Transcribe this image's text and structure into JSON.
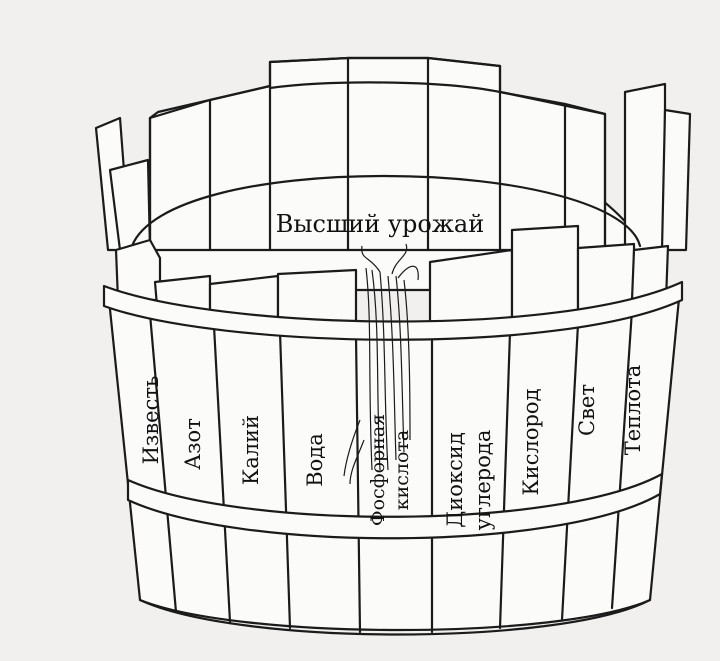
{
  "diagram": {
    "title": "Высший урожай",
    "staves": [
      {
        "id": "izvest",
        "lines": [
          "Известь"
        ]
      },
      {
        "id": "azot",
        "lines": [
          "Азот"
        ]
      },
      {
        "id": "kaliy",
        "lines": [
          "Калий"
        ]
      },
      {
        "id": "voda",
        "lines": [
          "Вода"
        ]
      },
      {
        "id": "fosfornaya",
        "lines": [
          "Фосфорная",
          "кислота"
        ]
      },
      {
        "id": "dioksid",
        "lines": [
          "Диоксид",
          "углерода"
        ]
      },
      {
        "id": "kislorod",
        "lines": [
          "Кислород"
        ]
      },
      {
        "id": "svet",
        "lines": [
          "Свет"
        ]
      },
      {
        "id": "teplota",
        "lines": [
          "Теплота"
        ]
      }
    ]
  }
}
